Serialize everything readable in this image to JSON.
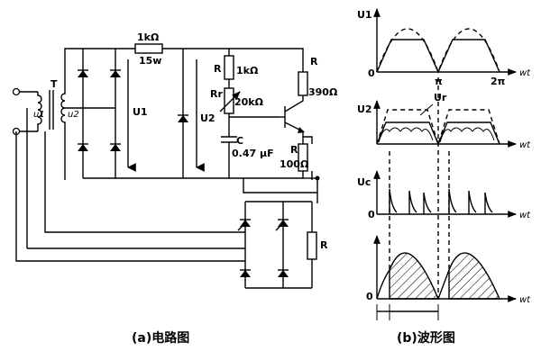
{
  "circuit": {
    "transformer": {
      "label": "T",
      "primary": "u1",
      "primary_sub": "1",
      "secondary": "u2",
      "secondary_sub": "2"
    },
    "resistor_top": {
      "value": "1kΩ",
      "power": "15w"
    },
    "u1": "U1",
    "u2": "U2",
    "r_pot_upper": {
      "name": "R",
      "value": "1kΩ"
    },
    "rr": {
      "name": "Rr",
      "value": "20kΩ"
    },
    "capacitor": {
      "name": "C",
      "value": "0.47 μF"
    },
    "r_emitter": {
      "name": "R",
      "value": "100Ω"
    },
    "r_collector": {
      "name": "R",
      "value": "390Ω"
    },
    "r_load": {
      "name": "R"
    },
    "caption": "(a)电路图"
  },
  "waveforms": {
    "caption": "(b)波形图",
    "plot1": {
      "ylabel": "U1",
      "origin": "0",
      "xlabel": "wt",
      "tick_pi": "π",
      "tick_2pi": "2π"
    },
    "plot2": {
      "ylabel": "U2",
      "ur_label": "Ur",
      "xlabel": "wt"
    },
    "plot3": {
      "ylabel": "Uc",
      "origin": "0",
      "xlabel": "wt"
    },
    "plot4": {
      "origin": "0",
      "xlabel": "wt"
    }
  }
}
